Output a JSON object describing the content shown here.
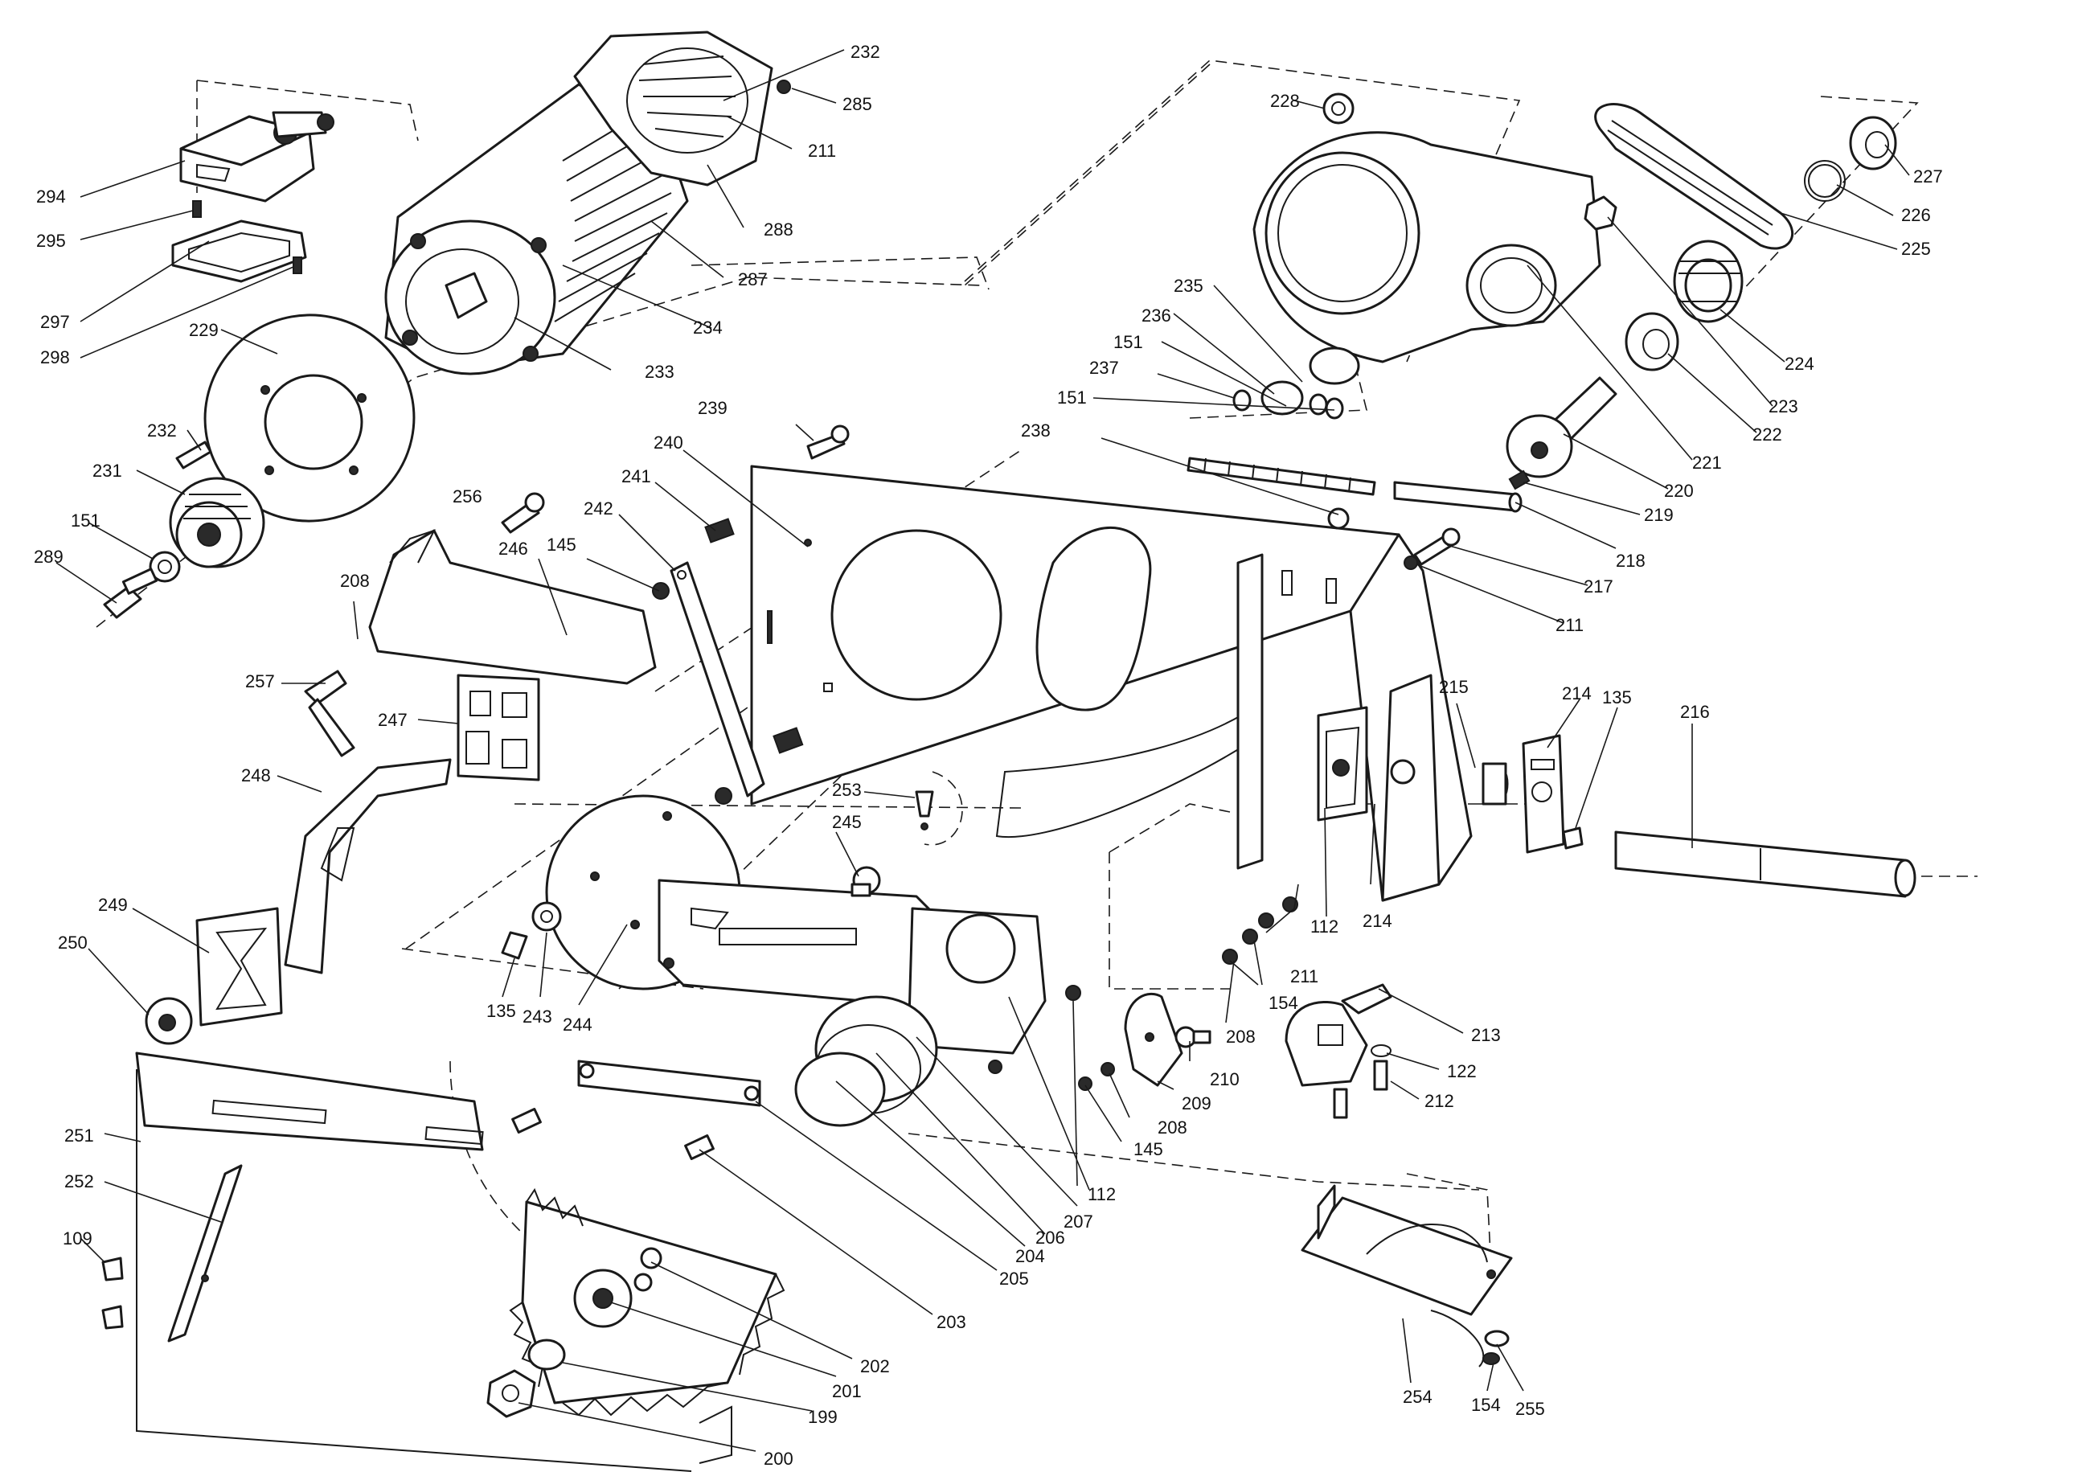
{
  "diagram": {
    "type": "exploded-parts-view",
    "callouts": {
      "c109": "109",
      "c112a": "112",
      "c112b": "112",
      "c122": "122",
      "c135a": "135",
      "c135b": "135",
      "c145a": "145",
      "c145b": "145",
      "c151a": "151",
      "c151b": "151",
      "c151c": "151",
      "c154a": "154",
      "c154b": "154",
      "c199": "199",
      "c200": "200",
      "c201": "201",
      "c202": "202",
      "c203": "203",
      "c204": "204",
      "c205": "205",
      "c206": "206",
      "c207": "207",
      "c208a": "208",
      "c208b": "208",
      "c208c": "208",
      "c209": "209",
      "c210": "210",
      "c211a": "211",
      "c211b": "211",
      "c211c": "211",
      "c212": "212",
      "c213": "213",
      "c214a": "214",
      "c214b": "214",
      "c215": "215",
      "c216": "216",
      "c217": "217",
      "c218": "218",
      "c219": "219",
      "c220": "220",
      "c221": "221",
      "c222": "222",
      "c223": "223",
      "c224": "224",
      "c225": "225",
      "c226": "226",
      "c227": "227",
      "c228": "228",
      "c229": "229",
      "c231": "231",
      "c232a": "232",
      "c232b": "232",
      "c233": "233",
      "c234": "234",
      "c235": "235",
      "c236": "236",
      "c237": "237",
      "c238": "238",
      "c239": "239",
      "c240": "240",
      "c241": "241",
      "c242": "242",
      "c243": "243",
      "c244": "244",
      "c245": "245",
      "c246": "246",
      "c247": "247",
      "c248": "248",
      "c249": "249",
      "c250": "250",
      "c251": "251",
      "c252": "252",
      "c253": "253",
      "c254": "254",
      "c255": "255",
      "c256": "256",
      "c257": "257",
      "c285": "285",
      "c287": "287",
      "c288": "288",
      "c289": "289",
      "c294": "294",
      "c295": "295",
      "c297": "297",
      "c298": "298"
    }
  }
}
